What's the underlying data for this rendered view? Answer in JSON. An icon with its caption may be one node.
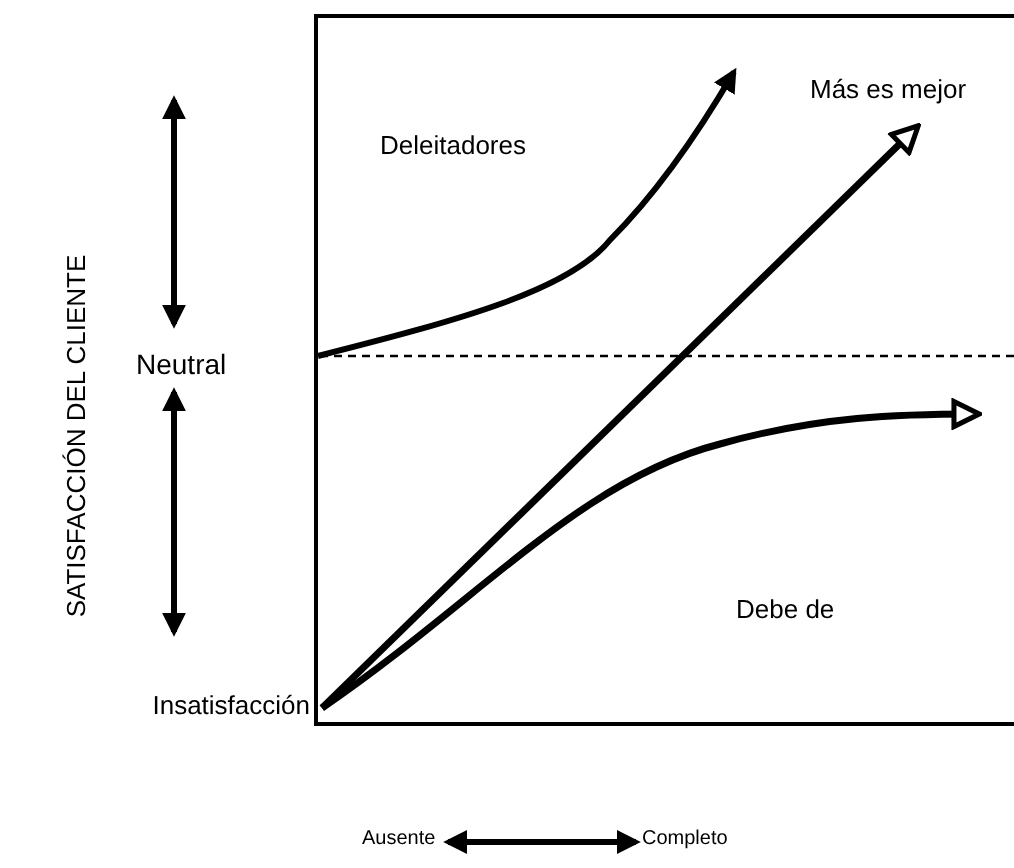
{
  "diagram": {
    "labels": [
      "Más es mejor",
      "Deleitadores",
      "SATISFACCIÓN DEL CLIENTE",
      "Neutral",
      "Debe de",
      "Insatisfacción",
      "Ausente",
      "Completo"
    ]
  }
}
